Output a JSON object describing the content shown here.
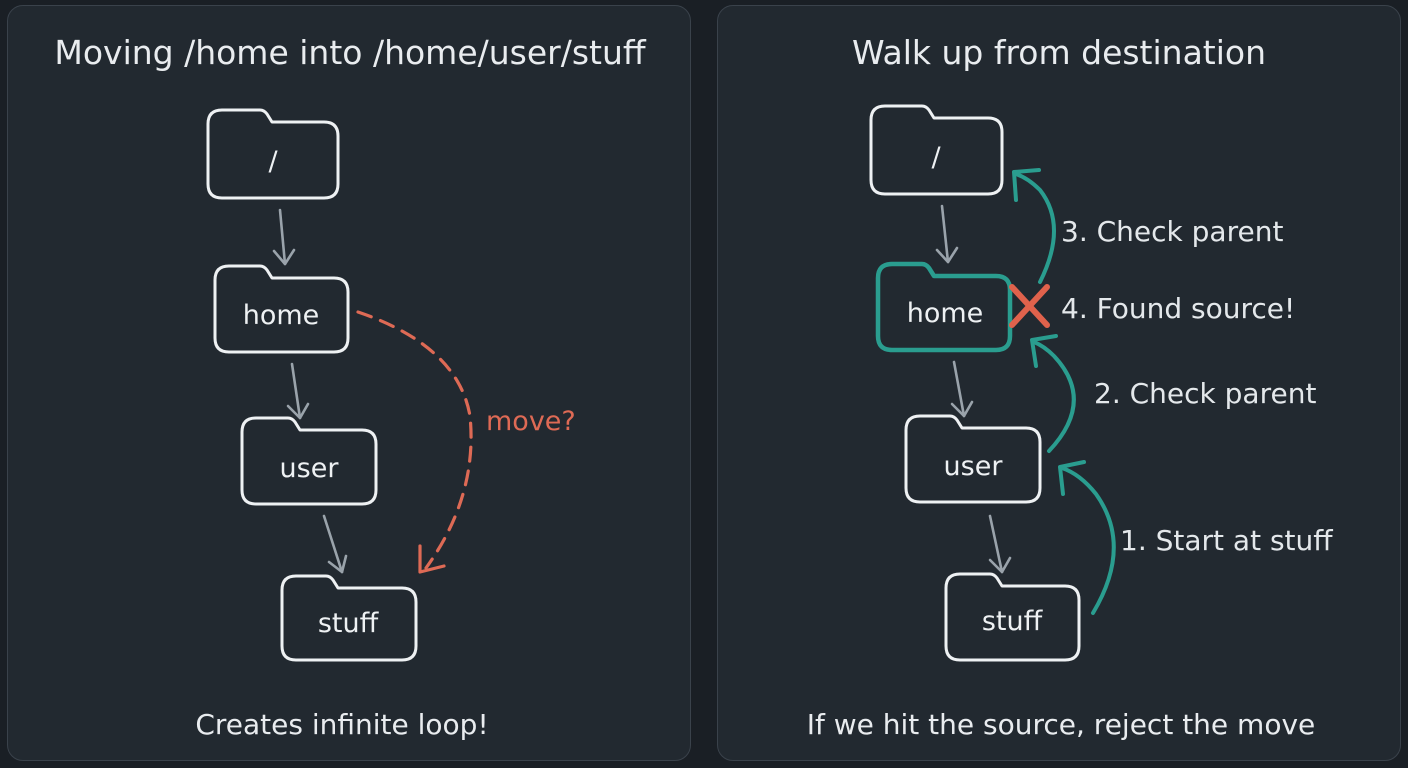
{
  "left_panel": {
    "title": "Moving /home into /home/user/stuff",
    "folders": {
      "root": "/",
      "home": "home",
      "user": "user",
      "stuff": "stuff"
    },
    "move_label": "move?",
    "caption": "Creates infinite loop!"
  },
  "right_panel": {
    "title": "Walk up from destination",
    "folders": {
      "root": "/",
      "home": "home",
      "user": "user",
      "stuff": "stuff"
    },
    "steps": [
      "1. Start at stuff",
      "2. Check parent",
      "3. Check parent",
      "4. Found source!"
    ],
    "caption": "If we hit the source, reject the move"
  },
  "colors": {
    "background": "#1a1f25",
    "panel": "#222930",
    "stroke": "#eef1f3",
    "muted_arrow": "#9aa3ab",
    "teal": "#2a9d8f",
    "red": "#de6a55"
  }
}
